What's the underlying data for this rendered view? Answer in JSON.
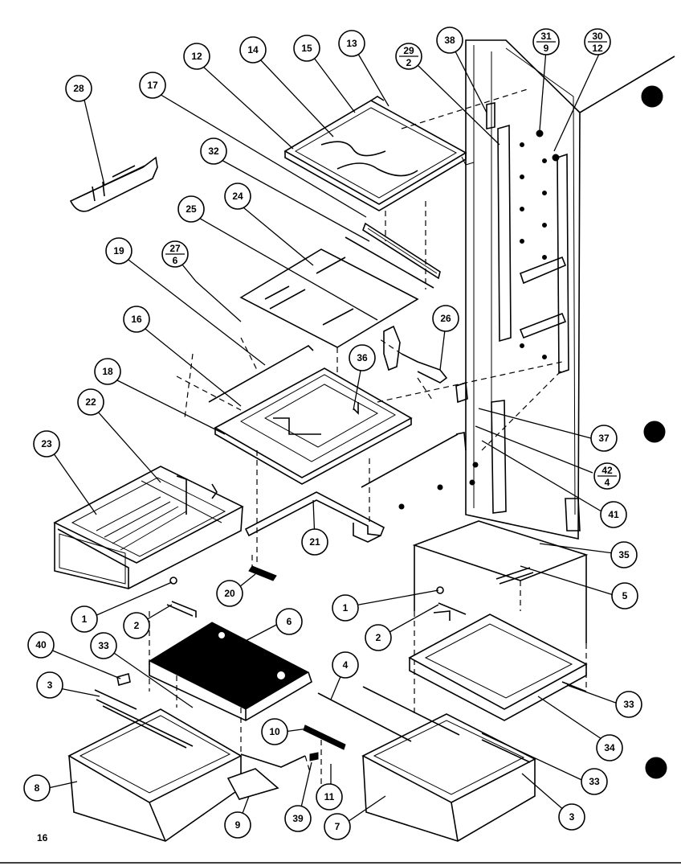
{
  "page_number": "16",
  "callouts": [
    {
      "id": "c28",
      "label": "28"
    },
    {
      "id": "c12",
      "label": "12"
    },
    {
      "id": "c14",
      "label": "14"
    },
    {
      "id": "c15",
      "label": "15"
    },
    {
      "id": "c13",
      "label": "13"
    },
    {
      "id": "c29",
      "label": "29",
      "sub": "2"
    },
    {
      "id": "c38",
      "label": "38"
    },
    {
      "id": "c31",
      "label": "31",
      "sub": "9"
    },
    {
      "id": "c30",
      "label": "30",
      "sub": "12"
    },
    {
      "id": "c17",
      "label": "17"
    },
    {
      "id": "c32",
      "label": "32"
    },
    {
      "id": "c25",
      "label": "25"
    },
    {
      "id": "c24",
      "label": "24"
    },
    {
      "id": "c19",
      "label": "19"
    },
    {
      "id": "c27",
      "label": "27",
      "sub": "6"
    },
    {
      "id": "c16",
      "label": "16"
    },
    {
      "id": "c26",
      "label": "26"
    },
    {
      "id": "c36",
      "label": "36"
    },
    {
      "id": "c18",
      "label": "18"
    },
    {
      "id": "c22",
      "label": "22"
    },
    {
      "id": "c37",
      "label": "37"
    },
    {
      "id": "c23",
      "label": "23"
    },
    {
      "id": "c42",
      "label": "42",
      "sub": "4"
    },
    {
      "id": "c41",
      "label": "41"
    },
    {
      "id": "c21",
      "label": "21"
    },
    {
      "id": "c35",
      "label": "35"
    },
    {
      "id": "c5",
      "label": "5"
    },
    {
      "id": "c20",
      "label": "20"
    },
    {
      "id": "c1a",
      "label": "1"
    },
    {
      "id": "c1b",
      "label": "1"
    },
    {
      "id": "c2a",
      "label": "2"
    },
    {
      "id": "c2b",
      "label": "2"
    },
    {
      "id": "c6",
      "label": "6"
    },
    {
      "id": "c40",
      "label": "40"
    },
    {
      "id": "c33a",
      "label": "33"
    },
    {
      "id": "c33b",
      "label": "33"
    },
    {
      "id": "c33c",
      "label": "33"
    },
    {
      "id": "c4",
      "label": "4"
    },
    {
      "id": "c3a",
      "label": "3"
    },
    {
      "id": "c3b",
      "label": "3"
    },
    {
      "id": "c34",
      "label": "34"
    },
    {
      "id": "c10",
      "label": "10"
    },
    {
      "id": "c8",
      "label": "8"
    },
    {
      "id": "c9",
      "label": "9"
    },
    {
      "id": "c39",
      "label": "39"
    },
    {
      "id": "c11",
      "label": "11"
    },
    {
      "id": "c7",
      "label": "7"
    }
  ]
}
